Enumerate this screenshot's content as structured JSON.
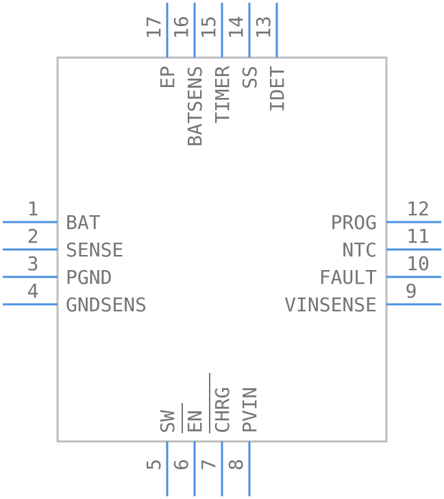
{
  "component": {
    "left_pins": [
      {
        "number": "1",
        "name": "BAT"
      },
      {
        "number": "2",
        "name": "SENSE"
      },
      {
        "number": "3",
        "name": "PGND"
      },
      {
        "number": "4",
        "name": "GNDSENS"
      }
    ],
    "right_pins": [
      {
        "number": "12",
        "name": "PROG"
      },
      {
        "number": "11",
        "name": "NTC"
      },
      {
        "number": "10",
        "name": "FAULT"
      },
      {
        "number": "9",
        "name": "VINSENSE"
      }
    ],
    "top_pins": [
      {
        "number": "17",
        "name": "EP"
      },
      {
        "number": "16",
        "name": "BATSENS"
      },
      {
        "number": "15",
        "name": "TIMER"
      },
      {
        "number": "14",
        "name": "SS"
      },
      {
        "number": "13",
        "name": "IDET"
      }
    ],
    "bottom_pins": [
      {
        "number": "5",
        "name": "SW",
        "overbar": false
      },
      {
        "number": "6",
        "name": "EN",
        "overbar": true
      },
      {
        "number": "7",
        "name": "CHRG",
        "overbar": true
      },
      {
        "number": "8",
        "name": "PVIN",
        "overbar": false
      }
    ],
    "colors": {
      "pin": "#4a90e2",
      "body": "#bdbdbd",
      "text": "#757575"
    }
  }
}
